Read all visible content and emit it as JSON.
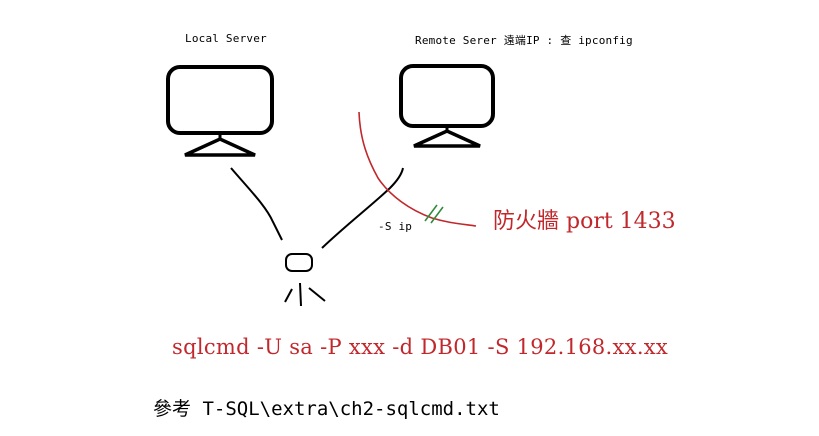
{
  "labels": {
    "local_server": "Local Server",
    "remote_server": "Remote Serer 遠端IP  : 查  ipconfig",
    "s_ip": "-S  ip",
    "firewall": "防火牆  port  1433",
    "command": "sqlcmd  -U sa -P xxx -d DB01  -S 192.168.xx.xx",
    "reference": "參考 T-SQL\\extra\\ch2-sqlcmd.txt"
  },
  "colors": {
    "ink": "#000000",
    "firewall_red": "#c0282c",
    "firewall_mark": "#2e8b3a"
  }
}
